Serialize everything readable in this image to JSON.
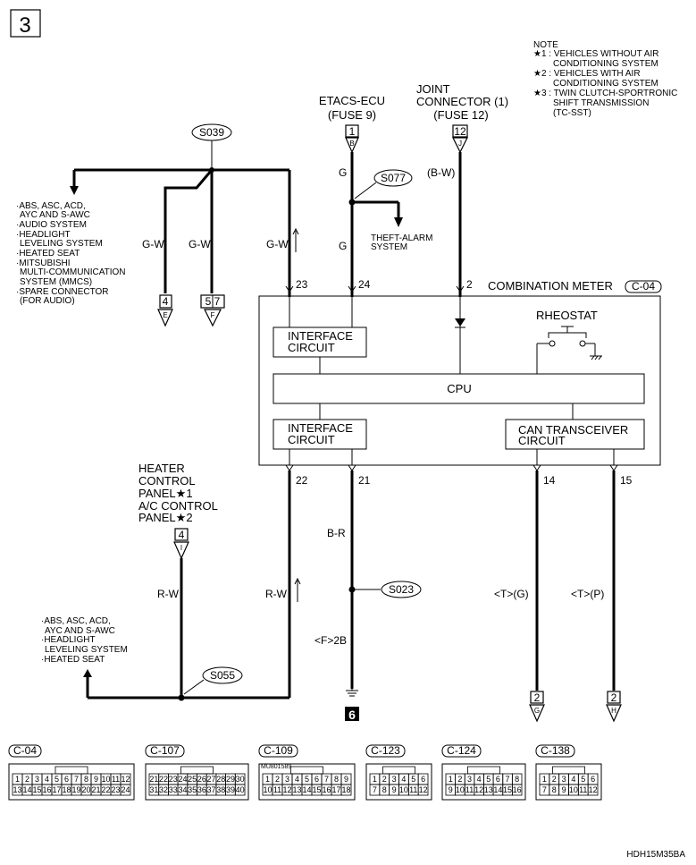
{
  "page_number": "3",
  "note": {
    "title": "NOTE",
    "lines": [
      "★1 : VEHICLES WITHOUT AIR",
      "CONDITIONING SYSTEM",
      "★2 : VEHICLES WITH AIR",
      "CONDITIONING SYSTEM",
      "★3 : TWIN CLUTCH-SPORTRONIC",
      "SHIFT TRANSMISSION",
      "(TC-SST)"
    ]
  },
  "sources": {
    "etacs": {
      "title": "ETACS-ECU",
      "fuse": "(FUSE 9)",
      "pin": "1",
      "conn": "B"
    },
    "joint": {
      "title1": "JOINT",
      "title2": "CONNECTOR (1)",
      "fuse": "(FUSE 12)",
      "pin": "12",
      "conn": "J"
    }
  },
  "splices": {
    "s039": "S039",
    "s077": "S077",
    "s023": "S023",
    "s055": "S055"
  },
  "left_systems": [
    "·ABS, ASC, ACD,",
    "AYC AND S-AWC",
    "·AUDIO SYSTEM",
    "·HEADLIGHT",
    "LEVELING SYSTEM",
    "·HEATED SEAT",
    "·MITSUBISHI",
    "MULTI-COMMUNICATION",
    "SYSTEM (MMCS)",
    "·SPARE CONNECTOR",
    "(FOR AUDIO)"
  ],
  "theft_alarm": [
    "THEFT-ALARM",
    "SYSTEM"
  ],
  "wire_colors": {
    "gw1": "G-W",
    "gw2": "G-W",
    "gw3": "G-W",
    "g1": "G",
    "g2": "G",
    "bw": "(B-W)",
    "rw1": "R-W",
    "rw2": "R-W",
    "br": "B-R",
    "f2b": "<F>2B",
    "tg": "<T>(G)",
    "tp": "<T>(P)"
  },
  "ground_label": "6",
  "left_connectors": {
    "e_pin": "4",
    "e_conn": "E",
    "f_pin": "5 7",
    "f_conn": "F"
  },
  "meter": {
    "title": "COMBINATION METER",
    "conn": "C-04",
    "rheostat": "RHEOSTAT",
    "interface1": [
      "INTERFACE",
      "CIRCUIT"
    ],
    "cpu": "CPU",
    "interface2": [
      "INTERFACE",
      "CIRCUIT"
    ],
    "can": [
      "CAN TRANSCEIVER",
      "CIRCUIT"
    ],
    "pins_top": [
      "23",
      "24",
      "2"
    ],
    "pins_bottom": [
      "22",
      "21",
      "14",
      "15"
    ]
  },
  "heater": {
    "lines": [
      "HEATER",
      "CONTROL",
      "PANEL★1",
      "A/C CONTROL",
      "PANEL★2"
    ],
    "pin": "4",
    "conn": "I"
  },
  "lower_systems": [
    "·ABS, ASC, ACD,",
    "AYC AND S-AWC",
    "·HEADLIGHT",
    "LEVELING SYSTEM",
    "·HEATED SEAT"
  ],
  "bottom_connectors": {
    "g_pin": "2",
    "g_conn": "G",
    "h_pin": "2",
    "h_conn": "H"
  },
  "connector_views": [
    {
      "name": "C-04",
      "rows": [
        [
          "1",
          "2",
          "3",
          "4",
          "5",
          "6",
          "7",
          "8",
          "9",
          "10",
          "11",
          "12"
        ],
        [
          "13",
          "14",
          "15",
          "16",
          "17",
          "18",
          "19",
          "20",
          "21",
          "22",
          "23",
          "24"
        ]
      ]
    },
    {
      "name": "C-107",
      "rows": [
        [
          "21",
          "22",
          "23",
          "24",
          "25",
          "26",
          "27",
          "28",
          "29",
          "30"
        ],
        [
          "31",
          "32",
          "33",
          "34",
          "35",
          "36",
          "37",
          "38",
          "39",
          "40"
        ]
      ]
    },
    {
      "name": "C-109",
      "part": "MU801589",
      "rows": [
        [
          "1",
          "2",
          "3",
          "4",
          "5",
          "6",
          "7",
          "8",
          "9"
        ],
        [
          "10",
          "11",
          "12",
          "13",
          "14",
          "15",
          "16",
          "17",
          "18"
        ]
      ]
    },
    {
      "name": "C-123",
      "rows": [
        [
          "1",
          "2",
          "3",
          "4",
          "5",
          "6"
        ],
        [
          "7",
          "8",
          "9",
          "10",
          "11",
          "12"
        ]
      ]
    },
    {
      "name": "C-124",
      "rows": [
        [
          "1",
          "2",
          "3",
          "4",
          "5",
          "6",
          "7",
          "8"
        ],
        [
          "9",
          "10",
          "11",
          "12",
          "13",
          "14",
          "15",
          "16"
        ]
      ]
    },
    {
      "name": "C-138",
      "rows": [
        [
          "1",
          "2",
          "3",
          "4",
          "5",
          "6"
        ],
        [
          "7",
          "8",
          "9",
          "10",
          "11",
          "12"
        ]
      ]
    }
  ],
  "doc_code": "HDH15M35BA"
}
